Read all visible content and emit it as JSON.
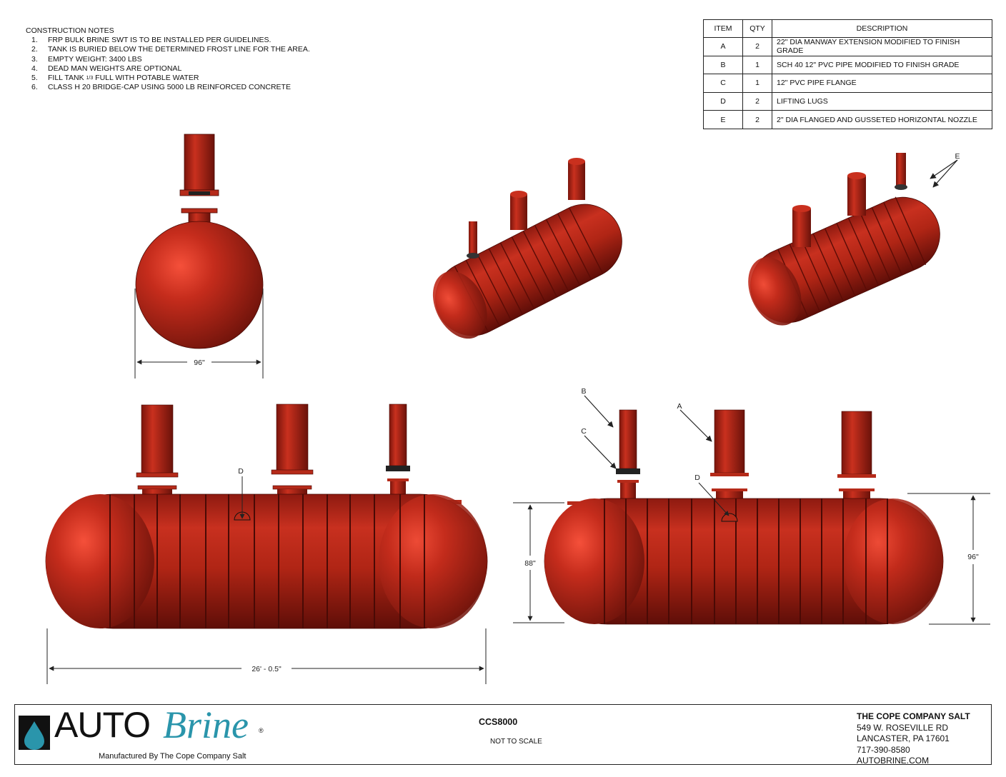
{
  "notes": {
    "title": "CONSTRUCTION NOTES",
    "items": [
      {
        "num": "1.",
        "text": "FRP BULK BRINE SWT IS TO BE INSTALLED PER GUIDELINES."
      },
      {
        "num": "2.",
        "text": "TANK IS BURIED BELOW THE DETERMINED FROST LINE FOR THE AREA."
      },
      {
        "num": "3.",
        "text": "EMPTY WEIGHT: 3400 LBS"
      },
      {
        "num": "4.",
        "text": "DEAD MAN WEIGHTS ARE OPTIONAL"
      },
      {
        "num": "5.",
        "text_before": "FILL TANK ",
        "fraction": "1/3",
        "text_after": " FULL WITH POTABLE WATER"
      },
      {
        "num": "6.",
        "text": "CLASS H 20 BRIDGE-CAP USING 5000 LB REINFORCED CONCRETE"
      }
    ]
  },
  "parts_table": {
    "headers": {
      "item": "ITEM",
      "qty": "QTY",
      "description": "DESCRIPTION"
    },
    "rows": [
      {
        "item": "A",
        "qty": "2",
        "description": "22\" DIA MANWAY EXTENSION MODIFIED TO FINISH GRADE"
      },
      {
        "item": "B",
        "qty": "1",
        "description": "SCH 40 12\" PVC PIPE MODIFIED TO FINISH GRADE"
      },
      {
        "item": "C",
        "qty": "1",
        "description": "12\" PVC PIPE FLANGE"
      },
      {
        "item": "D",
        "qty": "2",
        "description": "LIFTING LUGS"
      },
      {
        "item": "E",
        "qty": "2",
        "description": "2\" DIA FLANGED AND GUSSETED HORIZONTAL NOZZLE"
      }
    ]
  },
  "callouts": {
    "a": "A",
    "b": "B",
    "c": "C",
    "d": "D",
    "e": "E"
  },
  "dimensions": {
    "end_width": "96\"",
    "overall_length": "26' - 0.5\"",
    "body_height": "88\"",
    "overall_height": "96\""
  },
  "title_block": {
    "logo_auto": "AUTO",
    "logo_brine": "Brine",
    "logo_reg": "®",
    "manufactured_by": "Manufactured By The Cope Company Salt",
    "drawing_number": "CCS8000",
    "scale_note": "NOT TO SCALE",
    "company_name": "THE COPE COMPANY SALT",
    "address1": "549 W. ROSEVILLE RD",
    "address2": "LANCASTER, PA  17601",
    "phone": "717-390-8580",
    "website": "AUTOBRINE.COM"
  },
  "colors": {
    "tank": "#b8261a",
    "tank_highlight": "#f04a34",
    "tank_shadow": "#5e0e08",
    "brand_blue": "#2a95ab"
  }
}
